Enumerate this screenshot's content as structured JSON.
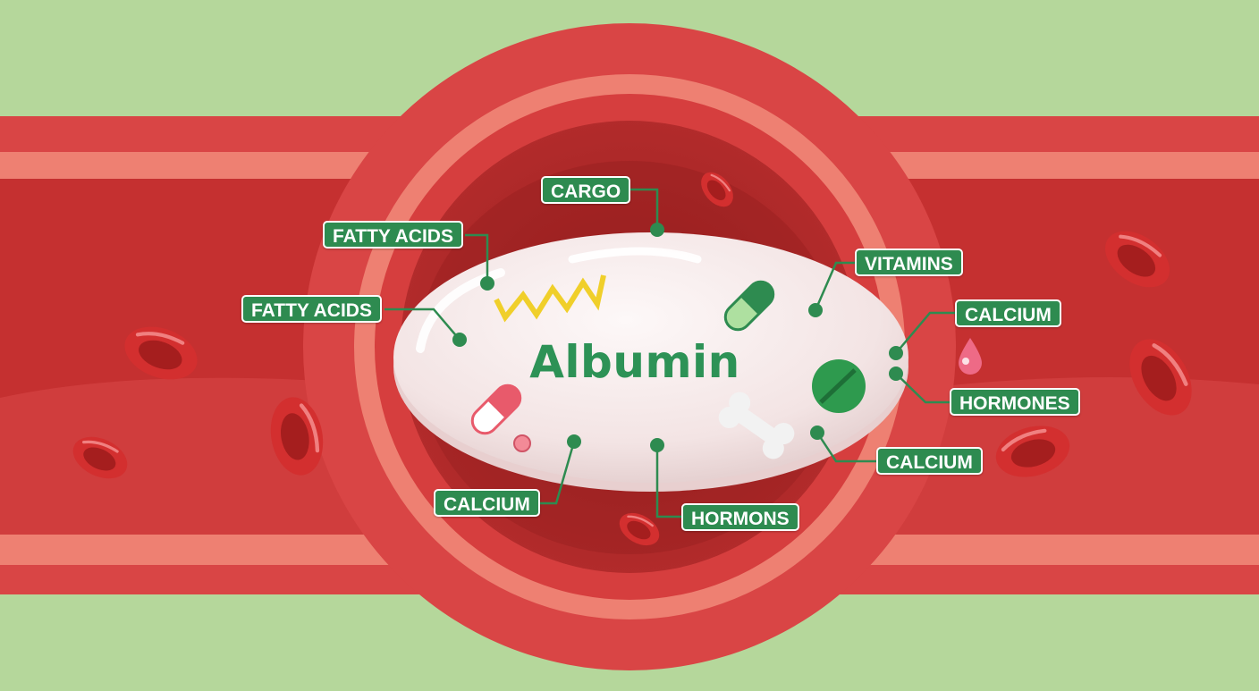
{
  "diagram": {
    "center_label": "Albumin",
    "labels": [
      {
        "id": "cargo",
        "text": "CARGO"
      },
      {
        "id": "fatty-acids-1",
        "text": "FATTY ACIDS"
      },
      {
        "id": "fatty-acids-2",
        "text": "FATTY ACIDS"
      },
      {
        "id": "vitamins",
        "text": "VITAMINS"
      },
      {
        "id": "calcium-1",
        "text": "CALCIUM"
      },
      {
        "id": "hormones",
        "text": "HORMONES"
      },
      {
        "id": "calcium-2",
        "text": "CALCIUM"
      },
      {
        "id": "calcium-3",
        "text": "CALCIUM"
      },
      {
        "id": "hormons",
        "text": "HORMONS"
      }
    ],
    "colors": {
      "background": "#b5d79b",
      "vessel": "#d94545",
      "lumen": "#a82424",
      "label_green": "#2e8b50",
      "albumin": "#f6ecec"
    },
    "icons": [
      "zigzag-icon",
      "capsule-icon",
      "tablet-icon",
      "bone-icon",
      "droplet-icon",
      "red-blood-cell-icon"
    ]
  }
}
